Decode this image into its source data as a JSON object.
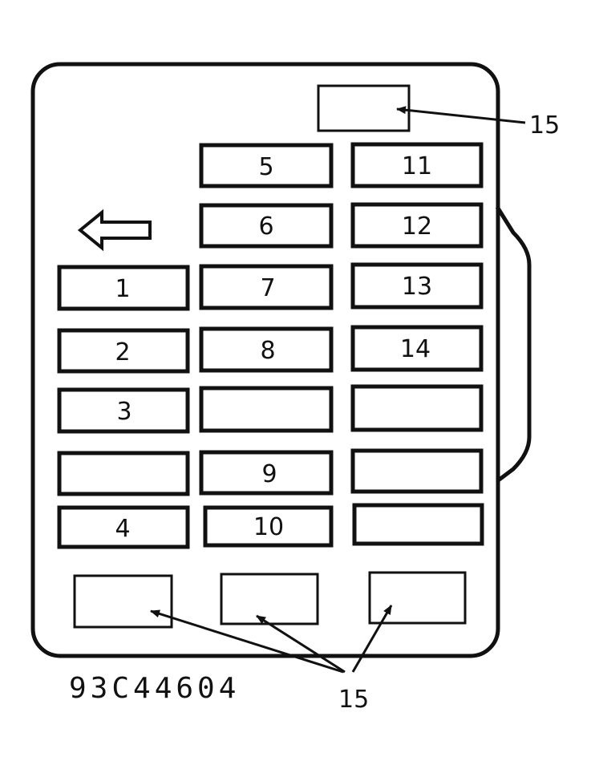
{
  "fuses": [
    {
      "id": "fuse-5",
      "label": "5"
    },
    {
      "id": "fuse-11",
      "label": "11"
    },
    {
      "id": "fuse-6",
      "label": "6"
    },
    {
      "id": "fuse-12",
      "label": "12"
    },
    {
      "id": "fuse-1",
      "label": "1"
    },
    {
      "id": "fuse-7",
      "label": "7"
    },
    {
      "id": "fuse-13",
      "label": "13"
    },
    {
      "id": "fuse-2",
      "label": "2"
    },
    {
      "id": "fuse-8",
      "label": "8"
    },
    {
      "id": "fuse-14",
      "label": "14"
    },
    {
      "id": "fuse-3",
      "label": "3"
    },
    {
      "id": "fuse-9",
      "label": "9"
    },
    {
      "id": "fuse-4",
      "label": "4"
    },
    {
      "id": "fuse-10",
      "label": "10"
    }
  ],
  "callouts": {
    "top": "15",
    "bottom": "15"
  },
  "figure_code": "93C44604"
}
